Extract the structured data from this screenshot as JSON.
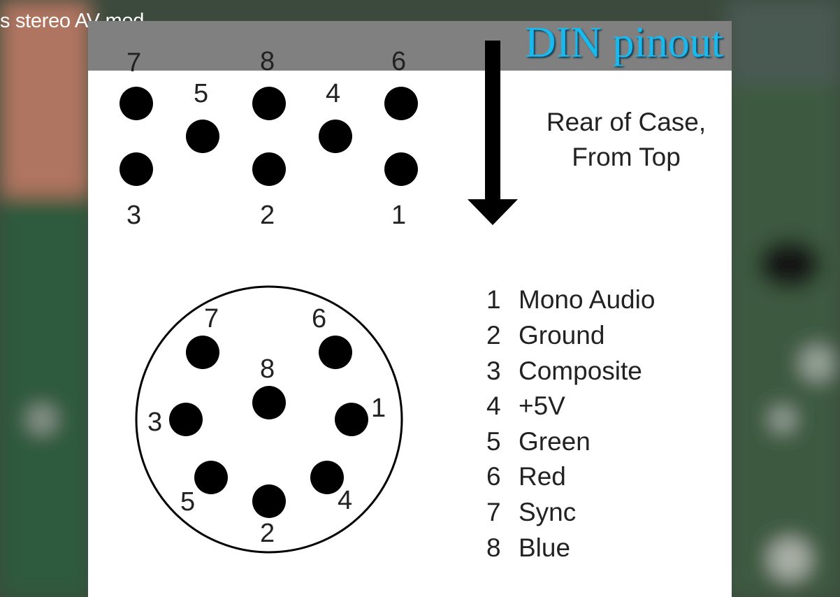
{
  "video": {
    "title": "s stereo AV mod"
  },
  "slide": {
    "title": "DIN pinout",
    "note_line1": "Rear of Case,",
    "note_line2": "From Top",
    "top_labels": [
      "7",
      "8",
      "6"
    ],
    "mid_labels": [
      "5",
      "4"
    ],
    "bottom_labels": [
      "3",
      "2",
      "1"
    ],
    "circle_labels": [
      "7",
      "6",
      "8",
      "3",
      "1",
      "5",
      "4",
      "2"
    ],
    "pins": [
      {
        "num": "1",
        "name": "Mono Audio"
      },
      {
        "num": "2",
        "name": "Ground"
      },
      {
        "num": "3",
        "name": "Composite"
      },
      {
        "num": "4",
        "name": "+5V"
      },
      {
        "num": "5",
        "name": "Green"
      },
      {
        "num": "6",
        "name": "Red"
      },
      {
        "num": "7",
        "name": "Sync"
      },
      {
        "num": "8",
        "name": "Blue"
      }
    ]
  }
}
